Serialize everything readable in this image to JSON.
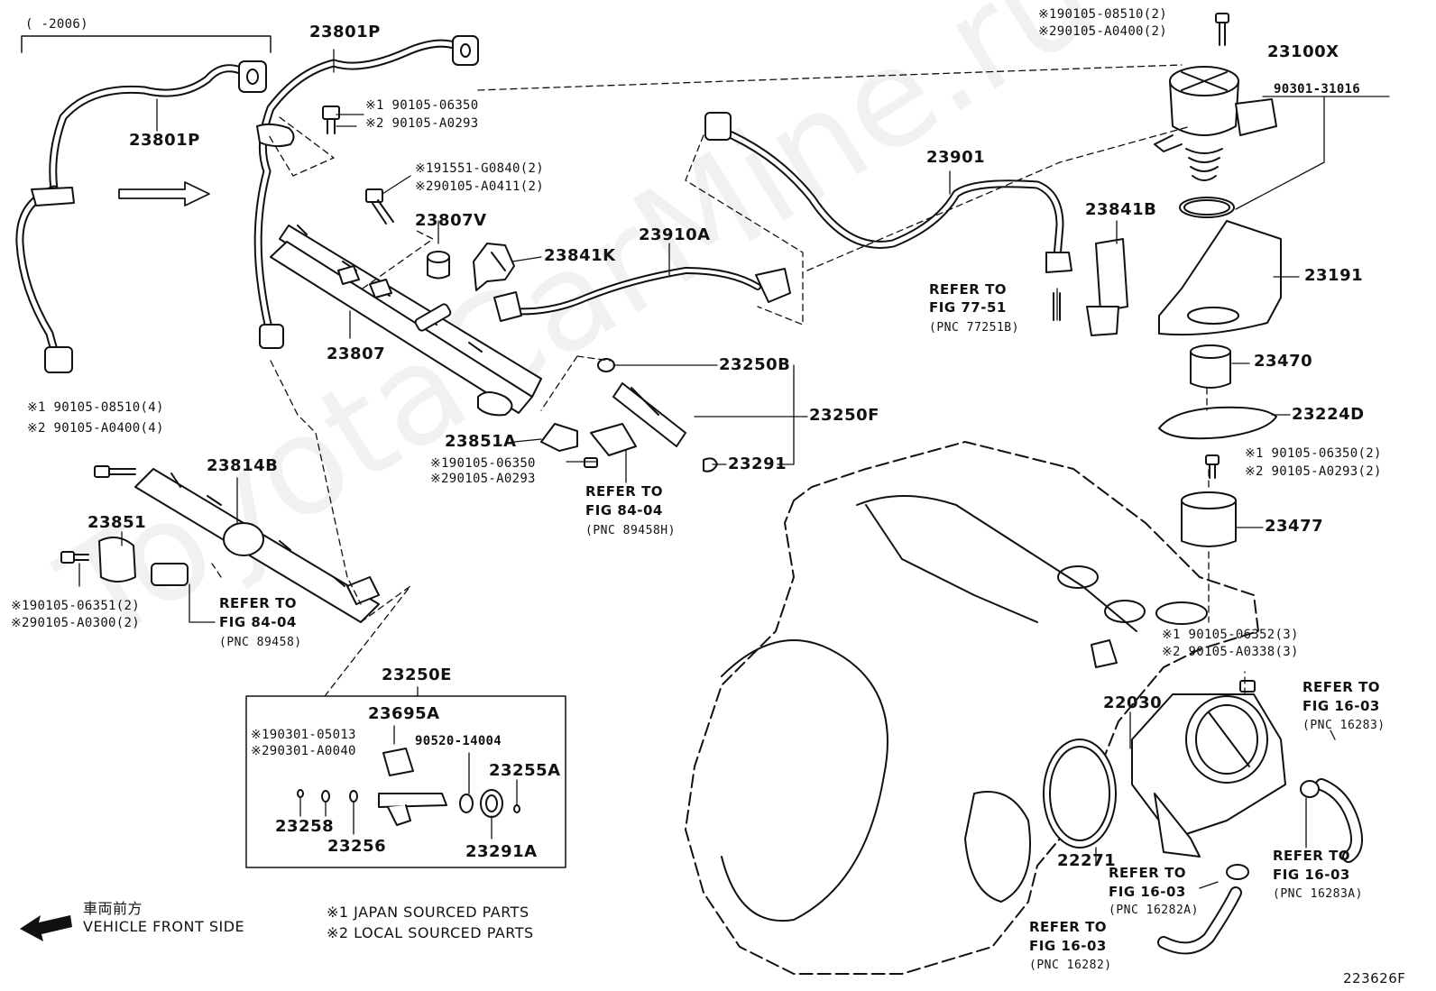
{
  "year_range": "(    -2006)",
  "parts": {
    "p23801P_a": "23801P",
    "p23801P_b": "23801P",
    "p23807V": "23807V",
    "p23807": "23807",
    "p23841K": "23841K",
    "p23910A": "23910A",
    "p23901": "23901",
    "p23100X": "23100X",
    "p90301_31016": "90301-31016",
    "p23841B": "23841B",
    "p23191": "23191",
    "p23470": "23470",
    "p23224D": "23224D",
    "p23477": "23477",
    "p23250B": "23250B",
    "p23250F": "23250F",
    "p23291": "23291",
    "p23851A": "23851A",
    "p23814B": "23814B",
    "p23851": "23851",
    "p23250E": "23250E",
    "p23695A": "23695A",
    "p90520_14004": "90520-14004",
    "p23255A": "23255A",
    "p23258": "23258",
    "p23256": "23256",
    "p23291A": "23291A",
    "p22030": "22030",
    "p22271": "22271"
  },
  "fasteners": {
    "top_right_1": "※190105-08510(2)",
    "top_right_2": "※290105-A0400(2)",
    "rail_bolt_1": "※1 90105-06350",
    "rail_bolt_2": "※2 90105-A0293",
    "stud_1": "※191551-G0840(2)",
    "stud_2": "※290105-A0411(2)",
    "left_bolt_1": "※1 90105-08510(4)",
    "left_bolt_2": "※2 90105-A0400(4)",
    "sensor_bolt_1": "※190105-06350",
    "sensor_bolt_2": "※290105-A0293",
    "bracket_bolt_1": "※190105-06351(2)",
    "bracket_bolt_2": "※290105-A0300(2)",
    "insul_bolt_1": "※1 90105-06350(2)",
    "insul_bolt_2": "※2 90105-A0293(2)",
    "throttle_bolt_1": "※1 90105-06352(3)",
    "throttle_bolt_2": "※2 90105-A0338(3)",
    "box_1": "※190301-05013",
    "box_2": "※290301-A0040"
  },
  "refs": {
    "r77": {
      "line1": "REFER TO",
      "line2": "FIG 77-51",
      "pnc": "(PNC 77251B)"
    },
    "r84a": {
      "line1": "REFER TO",
      "line2": "FIG 84-04",
      "pnc": "(PNC 89458H)"
    },
    "r84b": {
      "line1": "REFER TO",
      "line2": "FIG 84-04",
      "pnc": "(PNC 89458)"
    },
    "r16_283": {
      "line1": "REFER TO",
      "line2": "FIG 16-03",
      "pnc": "(PNC 16283)"
    },
    "r16_283A": {
      "line1": "REFER TO",
      "line2": "FIG 16-03",
      "pnc": "(PNC 16283A)"
    },
    "r16_282A": {
      "line1": "REFER TO",
      "line2": "FIG 16-03",
      "pnc": "(PNC 16282A)"
    },
    "r16_282": {
      "line1": "REFER TO",
      "line2": "FIG 16-03",
      "pnc": "(PNC 16282)"
    }
  },
  "legend": {
    "front_jp": "車両前方",
    "front_en": "VEHICLE FRONT SIDE",
    "note1": "※1 JAPAN SOURCED PARTS",
    "note2": "※2 LOCAL SOURCED PARTS"
  },
  "figure_id": "223626F",
  "watermark": "ToyotaCarMine.ru"
}
